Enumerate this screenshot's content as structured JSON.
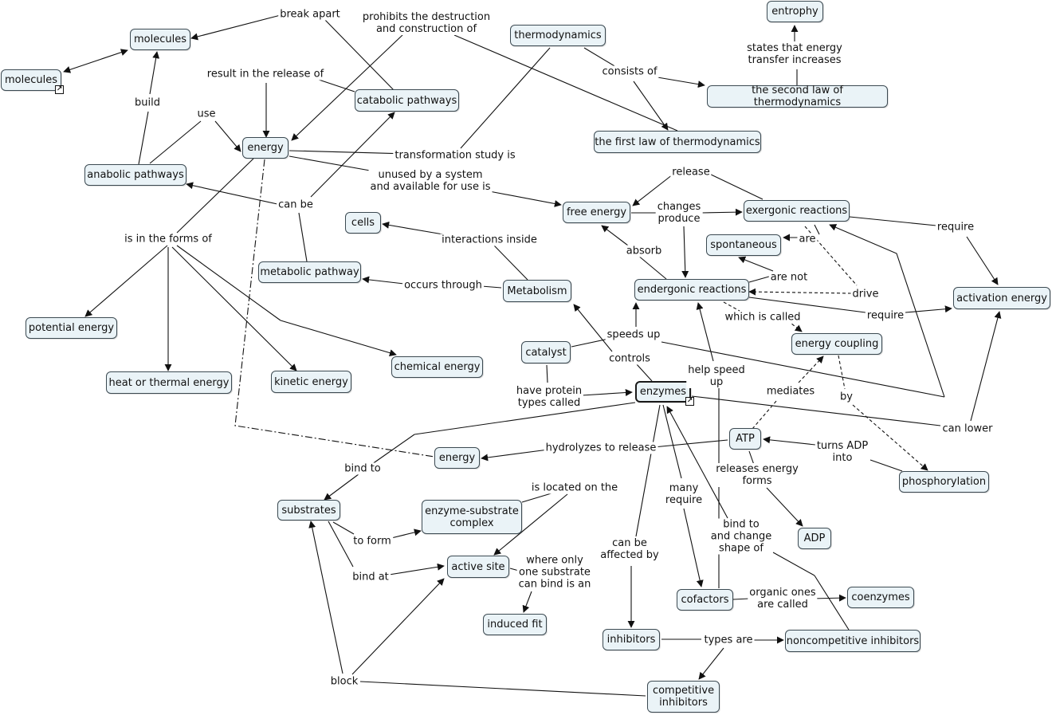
{
  "nodes": {
    "molecules": "molecules",
    "molecules_ref": "molecules",
    "thermodynamics": "thermodynamics",
    "entrophy": "entrophy",
    "catabolic": "catabolic pathways",
    "energy_top": "energy",
    "anabolic": "anabolic pathways",
    "second_law": "the second law of thermodynamics",
    "first_law": "the first law of thermodynamics",
    "free_energy": "free energy",
    "exergonic": "exergonic reactions",
    "cells": "cells",
    "spontaneous": "spontaneous",
    "metabolic_pathway": "metabolic pathway",
    "metabolism": "Metabolism",
    "endergonic": "endergonic reactions",
    "activation_energy": "activation energy",
    "potential_energy": "potential energy",
    "energy_coupling": "energy coupling",
    "catalyst": "catalyst",
    "chemical_energy": "chemical energy",
    "heat_energy": "heat or thermal energy",
    "kinetic_energy": "kinetic energy",
    "enzymes": "enzymes",
    "atp": "ATP",
    "energy_bottom": "energy",
    "phosphorylation": "phosphorylation",
    "substrates": "substrates",
    "es_complex": "enzyme-substrate\ncomplex",
    "adp": "ADP",
    "active_site": "active site",
    "cofactors": "cofactors",
    "coenzymes": "coenzymes",
    "induced_fit": "induced fit",
    "inhibitors": "inhibitors",
    "noncompetitive": "noncompetitive inhibitors",
    "competitive": "competitive\ninhibitors",
    "link_badge": "↗"
  },
  "labels": {
    "break_apart": "break apart",
    "prohibits": "prohibits the destruction\nand construction of",
    "result_release": "result in the release of",
    "build": "build",
    "use": "use",
    "consists_of": "consists of",
    "states_that": "states that energy\ntransfer increases",
    "transformation": "transformation study is",
    "unused": "unused by a system\nand available for use is",
    "release": "release",
    "can_be": "can be",
    "changes_produce": "changes\nproduce",
    "require_top": "require",
    "is_in_forms": "is in the forms of",
    "interactions_inside": "interactions inside",
    "are": "are",
    "absorb": "absorb",
    "are_not": "are not",
    "occurs_through": "occurs through",
    "drive": "drive",
    "require_mid": "require",
    "which_is_called": "which is called",
    "speeds_up": "speeds up",
    "controls": "controls",
    "help_speed_up": "help speed\nup",
    "have_protein": "have protein\ntypes called",
    "mediates": "mediates",
    "by": "by",
    "can_lower": "can lower",
    "hydrolyzes": "hydrolyzes to release",
    "turns_adp": "turns ADP\ninto",
    "bind_to": "bind to",
    "releases_forms": "releases energy\nforms",
    "is_located": "is located on the",
    "many_require": "many\nrequire",
    "bind_change": "bind to\nand change\nshape of",
    "to_form": "to form",
    "can_be_affected": "can be\naffected by",
    "bind_at": "bind at",
    "where_only": "where only\none substrate\ncan bind is an",
    "organic_ones": "organic ones\nare called",
    "types_are": "types are",
    "block": "block"
  },
  "colors": {
    "node_fill": "#eaf3f7",
    "node_border": "#3c4a52",
    "line": "#111111"
  }
}
